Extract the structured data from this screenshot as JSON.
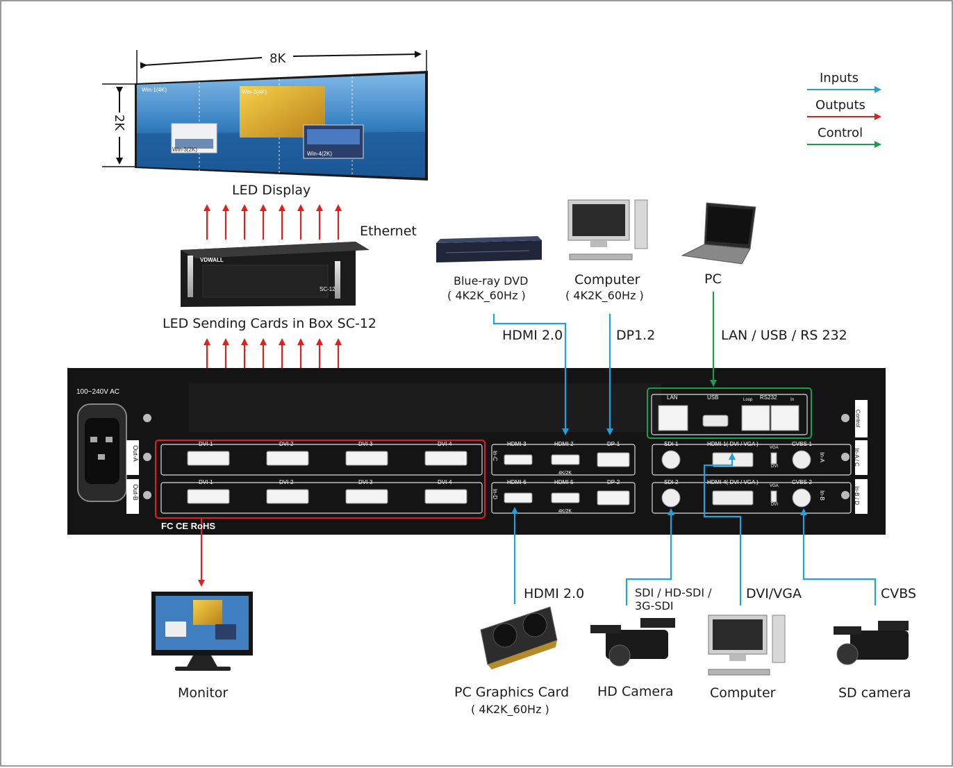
{
  "legend": {
    "inputs": "Inputs",
    "outputs": "Outputs",
    "control": "Control",
    "colors": {
      "inputs": "#1aa3dd",
      "outputs": "#e0201e",
      "control": "#1a9e4b"
    }
  },
  "display": {
    "width_label": "8K",
    "height_label": "2K",
    "caption": "LED  Display",
    "windows": [
      "Win-1(4K)",
      "Win-2(4K)",
      "Win-3(2K)",
      "Win-4(2K)"
    ]
  },
  "sending_box": {
    "caption": "LED Sending Cards in Box SC-12",
    "brand": "VDWALL",
    "model": "SC-12",
    "ethernet_label": "Ethernet"
  },
  "sources_top": [
    {
      "name": "Blue-ray DVD",
      "spec": "( 4K2K_60Hz )",
      "link": "HDMI 2.0"
    },
    {
      "name": "Computer",
      "spec": "( 4K2K_60Hz )",
      "link": "DP1.2"
    },
    {
      "name": "PC",
      "spec": "",
      "link": "LAN / USB / RS 232"
    }
  ],
  "panel": {
    "power": "100~240V  AC",
    "out_a": "Out-A",
    "out_b": "Out-B",
    "dvi_row_a": [
      "DVI-1",
      "DVI-2",
      "DVI-3",
      "DVI-4"
    ],
    "dvi_row_b": [
      "DVI-1",
      "DVI-2",
      "DVI-3",
      "DVI-4"
    ],
    "in_c": "In-C",
    "in_d": "In-D",
    "hdmi_row_c": [
      "HDMI-3",
      "HDMI-2",
      "DP-1"
    ],
    "hdmi_row_d": [
      "HDMI-6",
      "HDMI-5",
      "DP-2"
    ],
    "res_4k": "4K/2K",
    "control_ports": [
      "LAN",
      "USB",
      "RS232",
      "Loop",
      "In"
    ],
    "control_label": "Control",
    "row_a": [
      "SDI-1",
      "HDMI-1( DVI / VGA )",
      "VGA",
      "DVI",
      "CVBS-1"
    ],
    "row_b": [
      "SDI-2",
      "HDMI-4( DVI / VGA )",
      "VGA",
      "DVI",
      "CVBS-2"
    ],
    "in_a": "In-A",
    "in_b": "In-B",
    "in_ac": "In-A / C",
    "in_bd": "In-B / D",
    "cert": "FC CE RoHS"
  },
  "sources_bottom": [
    {
      "name": "PC Graphics Card",
      "spec": "( 4K2K_60Hz )",
      "link": "HDMI 2.0"
    },
    {
      "name": "HD Camera",
      "spec": "",
      "link_line1": "SDI / HD-SDI /",
      "link_line2": "3G-SDI"
    },
    {
      "name": "Computer",
      "spec": "",
      "link": "DVI/VGA"
    },
    {
      "name": "SD camera",
      "spec": "",
      "link": "CVBS"
    }
  ],
  "monitor": {
    "caption": "Monitor"
  }
}
